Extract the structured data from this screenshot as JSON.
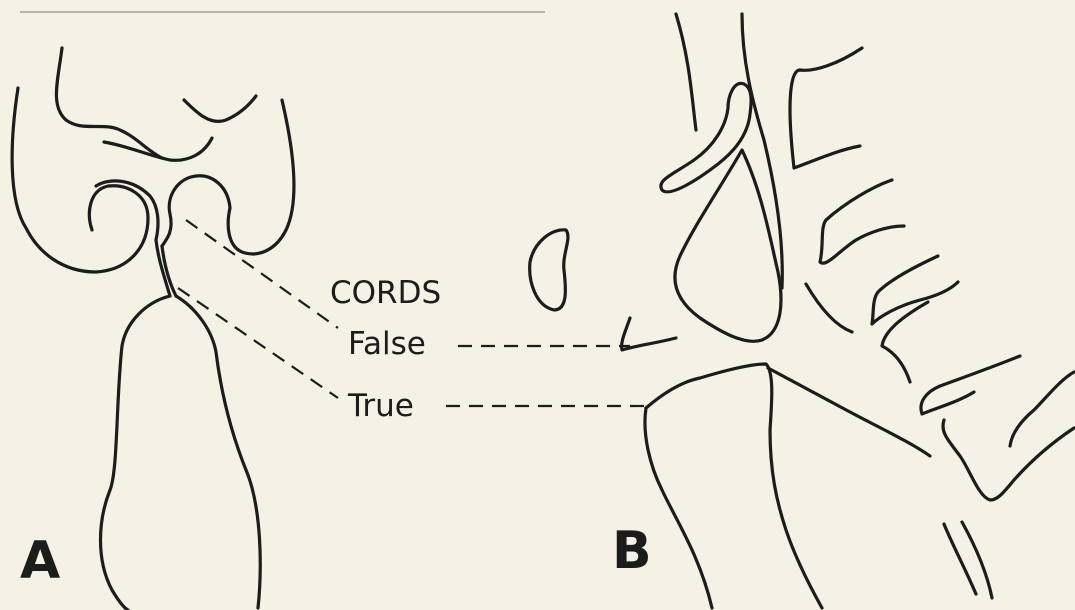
{
  "figure": {
    "cords_heading": "CORDS",
    "false_label": "False",
    "true_label": "True",
    "panel_a_label": "A",
    "panel_b_label": "B"
  },
  "colors": {
    "paper": "#f4f2e4",
    "ink": "#1c1c1c"
  }
}
